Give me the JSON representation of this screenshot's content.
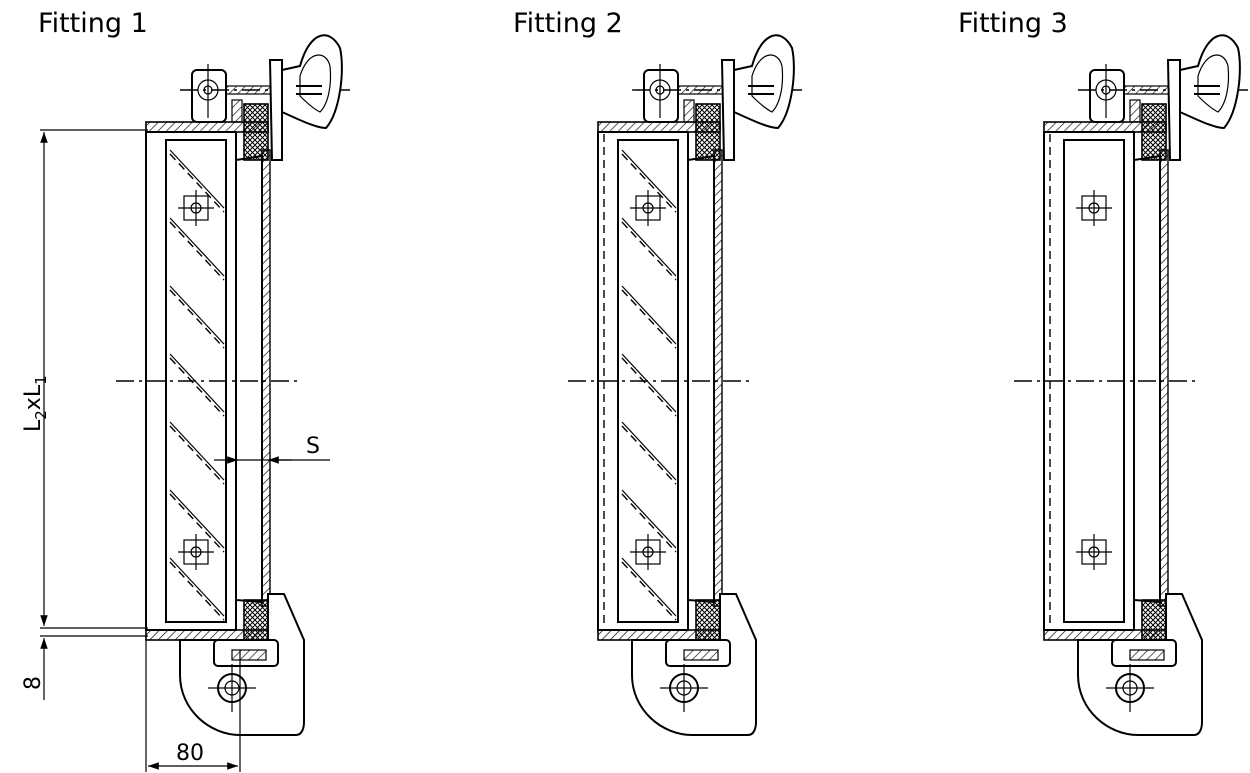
{
  "fittings": [
    {
      "title": "Fitting 1",
      "variant": "hatched",
      "inner_dashed": false
    },
    {
      "title": "Fitting 2",
      "variant": "hatched",
      "inner_dashed": true
    },
    {
      "title": "Fitting 3",
      "variant": "plain",
      "inner_dashed": true
    }
  ],
  "dimensions": {
    "height_label_main": "L",
    "height_sub_1": "2",
    "height_separator": "x",
    "height_sub_2": "1",
    "thickness_label": "S",
    "offset_label": "8",
    "width_label": "80"
  }
}
